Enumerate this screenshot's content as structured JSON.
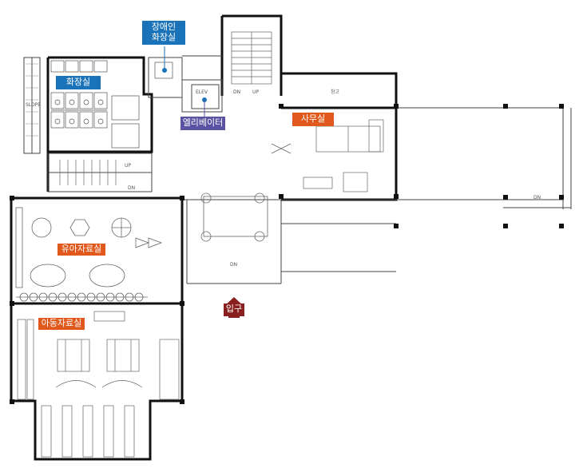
{
  "rooms": {
    "accessible_restroom": "장애인\n화장실",
    "restroom": "화장실",
    "elevator": "엘리베이터",
    "office": "사무실",
    "storage": "창고",
    "infant_room": "유아자료실",
    "children_room": "아동자료실",
    "entrance": "입구"
  },
  "tags": {
    "slope": "SLOPE",
    "elev": "ELEV",
    "up": "UP",
    "dn": "DN"
  },
  "colors": {
    "blue": "#1a72b8",
    "orange": "#e0581b",
    "purple": "#5a52a3",
    "entrance": "#8a1f1f"
  }
}
